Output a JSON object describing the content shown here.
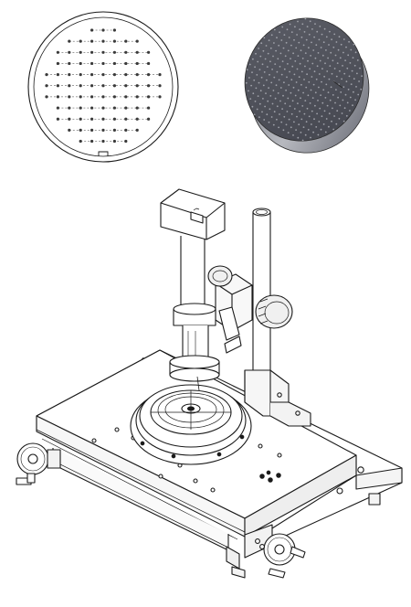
{
  "figure": {
    "components": [
      {
        "name": "wafer-plate-top-view",
        "depiction": "line-drawing"
      },
      {
        "name": "wafer-plate-3d-render",
        "depiction": "shaded-render"
      },
      {
        "name": "microscope-stage-assembly",
        "depiction": "line-drawing"
      }
    ]
  },
  "colors": {
    "background": "#ffffff",
    "line": "#1a1a1a",
    "dot": "#3a3a3a",
    "render_dark": "#4d4f58",
    "render_mid": "#6c6e78",
    "render_light": "#a0a2aa"
  },
  "wafer_grid": {
    "rows": 11,
    "cols": 11
  },
  "render_grid": {
    "rows": 19,
    "cols": 21
  }
}
